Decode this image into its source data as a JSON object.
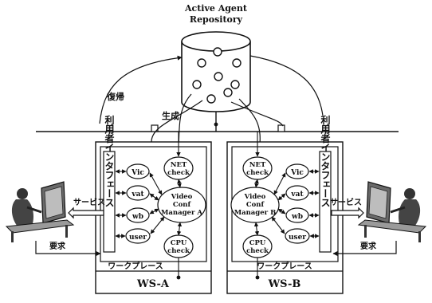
{
  "repository": {
    "title_line1": "Active Agent",
    "title_line2": "Repository"
  },
  "labels": {
    "restore": "復帰",
    "generate": "生成",
    "service_left": "サービス",
    "request_left": "要求",
    "service_right": "サービス",
    "request_right": "要求"
  },
  "ws_a": {
    "name": "WS-A",
    "workplace": "ワークプレース",
    "user_interface": "利用者インタフェース",
    "agents": {
      "vic": "Vic",
      "vat": "vat",
      "wb": "wb",
      "user": "user"
    },
    "net_check": [
      "NET",
      "check"
    ],
    "cpu_check": [
      "CPU",
      "check"
    ],
    "manager": [
      "Video",
      "Conf",
      "Manager A"
    ]
  },
  "ws_b": {
    "name": "WS-B",
    "workplace": "ワークプレース",
    "user_interface": "利用者インタフェース",
    "agents": {
      "vic": "Vic",
      "vat": "vat",
      "wb": "wb",
      "user": "user"
    },
    "net_check": [
      "NET",
      "check"
    ],
    "cpu_check": [
      "CPU",
      "check"
    ],
    "manager": [
      "Video",
      "Conf",
      "Manager B"
    ]
  }
}
